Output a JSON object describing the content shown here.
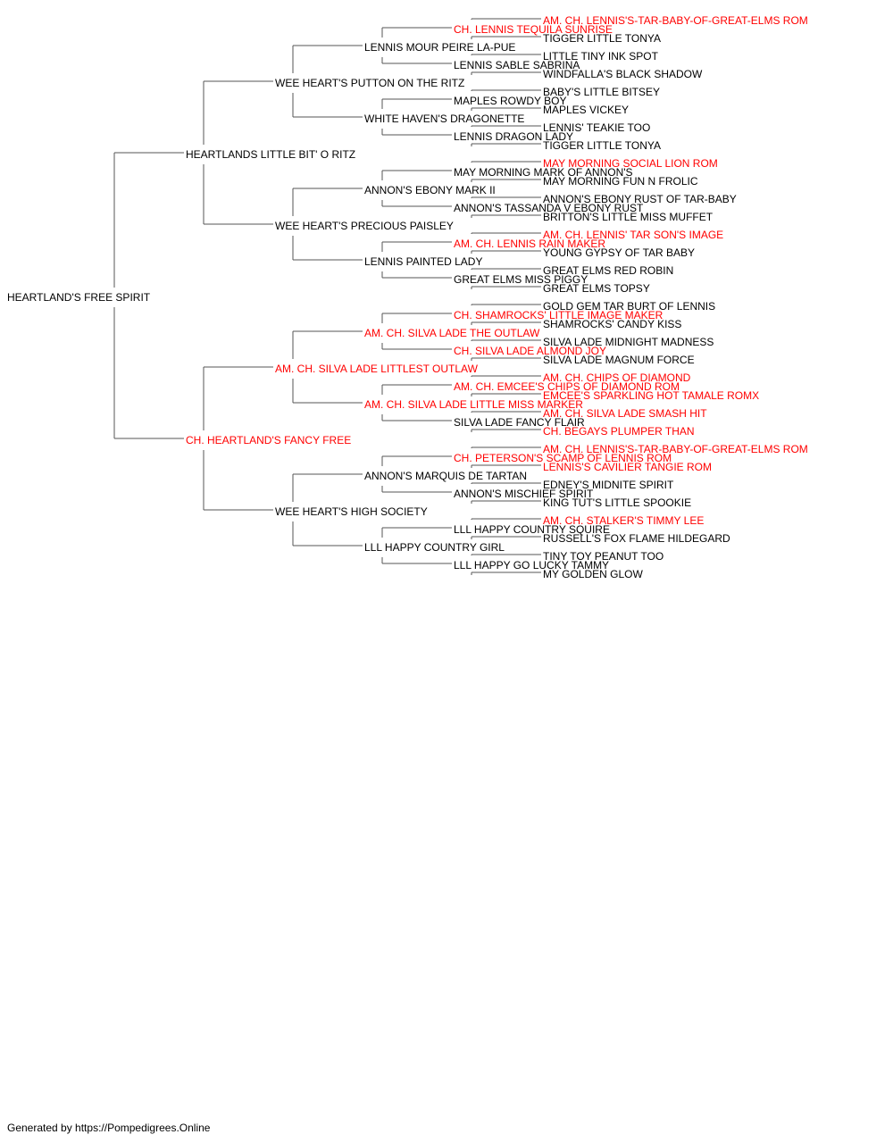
{
  "colors": {
    "normal": "#000000",
    "champion": "#ff0000",
    "connector": "#555555"
  },
  "subject": {
    "name": "HEARTLAND'S FREE SPIRIT",
    "champion": false
  },
  "gen1": [
    {
      "name": "HEARTLANDS LITTLE BIT' O RITZ",
      "champion": false
    },
    {
      "name": "CH. HEARTLAND'S FANCY FREE",
      "champion": true
    }
  ],
  "gen2": [
    {
      "name": "WEE HEART'S PUTTON ON THE RITZ",
      "champion": false
    },
    {
      "name": "WEE HEART'S PRECIOUS PAISLEY",
      "champion": false
    },
    {
      "name": "AM. CH. SILVA LADE LITTLEST OUTLAW",
      "champion": true
    },
    {
      "name": "WEE HEART'S HIGH SOCIETY",
      "champion": false
    }
  ],
  "gen3": [
    {
      "name": "LENNIS MOUR PEIRE LA-PUE",
      "champion": false
    },
    {
      "name": "WHITE HAVEN'S DRAGONETTE",
      "champion": false
    },
    {
      "name": "ANNON'S EBONY MARK II",
      "champion": false
    },
    {
      "name": "LENNIS PAINTED LADY",
      "champion": false
    },
    {
      "name": "AM. CH. SILVA LADE THE OUTLAW",
      "champion": true
    },
    {
      "name": "AM. CH. SILVA LADE LITTLE MISS MARKER",
      "champion": true
    },
    {
      "name": "ANNON'S MARQUIS DE TARTAN",
      "champion": false
    },
    {
      "name": "LLL HAPPY COUNTRY GIRL",
      "champion": false
    }
  ],
  "gen4": [
    {
      "name": "CH. LENNIS TEQUILA SUNRISE",
      "champion": true
    },
    {
      "name": "LENNIS SABLE SABRINA",
      "champion": false
    },
    {
      "name": "MAPLES ROWDY BOY",
      "champion": false
    },
    {
      "name": "LENNIS DRAGON LADY",
      "champion": false
    },
    {
      "name": "MAY MORNING MARK OF ANNON'S",
      "champion": false
    },
    {
      "name": "ANNON'S TASSANDA V EBONY RUST",
      "champion": false
    },
    {
      "name": "AM. CH. LENNIS RAIN MAKER",
      "champion": true
    },
    {
      "name": "GREAT ELMS MISS PIGGY",
      "champion": false
    },
    {
      "name": "CH. SHAMROCKS' LITTLE IMAGE MAKER",
      "champion": true
    },
    {
      "name": "CH. SILVA LADE ALMOND JOY",
      "champion": true
    },
    {
      "name": "AM. CH. EMCEE'S CHIPS OF DIAMOND ROM",
      "champion": true
    },
    {
      "name": "SILVA LADE FANCY FLAIR",
      "champion": false
    },
    {
      "name": "CH. PETERSON'S SCAMP OF LENNIS ROM",
      "champion": true
    },
    {
      "name": "ANNON'S MISCHIEF SPIRIT",
      "champion": false
    },
    {
      "name": "LLL HAPPY COUNTRY SQUIRE",
      "champion": false
    },
    {
      "name": "LLL HAPPY GO LUCKY TAMMY",
      "champion": false
    }
  ],
  "gen5": [
    {
      "name": "AM. CH. LENNIS'S-TAR-BABY-OF-GREAT-ELMS ROM",
      "champion": true
    },
    {
      "name": "TIGGER LITTLE TONYA",
      "champion": false
    },
    {
      "name": "LITTLE TINY INK SPOT",
      "champion": false
    },
    {
      "name": "WINDFALLA'S BLACK SHADOW",
      "champion": false
    },
    {
      "name": "BABY'S LITTLE BITSEY",
      "champion": false
    },
    {
      "name": "MAPLES VICKEY",
      "champion": false
    },
    {
      "name": "LENNIS' TEAKIE TOO",
      "champion": false
    },
    {
      "name": "TIGGER LITTLE TONYA",
      "champion": false
    },
    {
      "name": "MAY MORNING SOCIAL LION ROM",
      "champion": true
    },
    {
      "name": "MAY MORNING FUN N FROLIC",
      "champion": false
    },
    {
      "name": "ANNON'S EBONY RUST OF TAR-BABY",
      "champion": false
    },
    {
      "name": "BRITTON'S LITTLE MISS MUFFET",
      "champion": false
    },
    {
      "name": "AM. CH. LENNIS' TAR SON'S IMAGE",
      "champion": true
    },
    {
      "name": "YOUNG GYPSY OF TAR BABY",
      "champion": false
    },
    {
      "name": "GREAT ELMS RED ROBIN",
      "champion": false
    },
    {
      "name": "GREAT ELMS TOPSY",
      "champion": false
    },
    {
      "name": "GOLD GEM TAR BURT OF LENNIS",
      "champion": false
    },
    {
      "name": "SHAMROCKS' CANDY KISS",
      "champion": false
    },
    {
      "name": "SILVA LADE MIDNIGHT MADNESS",
      "champion": false
    },
    {
      "name": "SILVA LADE MAGNUM FORCE",
      "champion": false
    },
    {
      "name": "AM. CH. CHIPS OF DIAMOND",
      "champion": true
    },
    {
      "name": "EMCEE'S SPARKLING HOT TAMALE ROMX",
      "champion": true
    },
    {
      "name": "AM. CH. SILVA LADE SMASH HIT",
      "champion": true
    },
    {
      "name": "CH. BEGAYS PLUMPER THAN",
      "champion": true
    },
    {
      "name": "AM. CH. LENNIS'S-TAR-BABY-OF-GREAT-ELMS ROM",
      "champion": true
    },
    {
      "name": "LENNIS'S CAVILIER TANGIE ROM",
      "champion": true
    },
    {
      "name": "EDNEY'S MIDNITE SPIRIT",
      "champion": false
    },
    {
      "name": "KING TUT'S LITTLE SPOOKIE",
      "champion": false
    },
    {
      "name": "AM. CH. STALKER'S TIMMY LEE",
      "champion": true
    },
    {
      "name": "RUSSELL'S FOX FLAME HILDEGARD",
      "champion": false
    },
    {
      "name": "TINY TOY PEANUT TOO",
      "champion": false
    },
    {
      "name": "MY GOLDEN GLOW",
      "champion": false
    }
  ],
  "footer": "Generated by https://Pompedigrees.Online"
}
